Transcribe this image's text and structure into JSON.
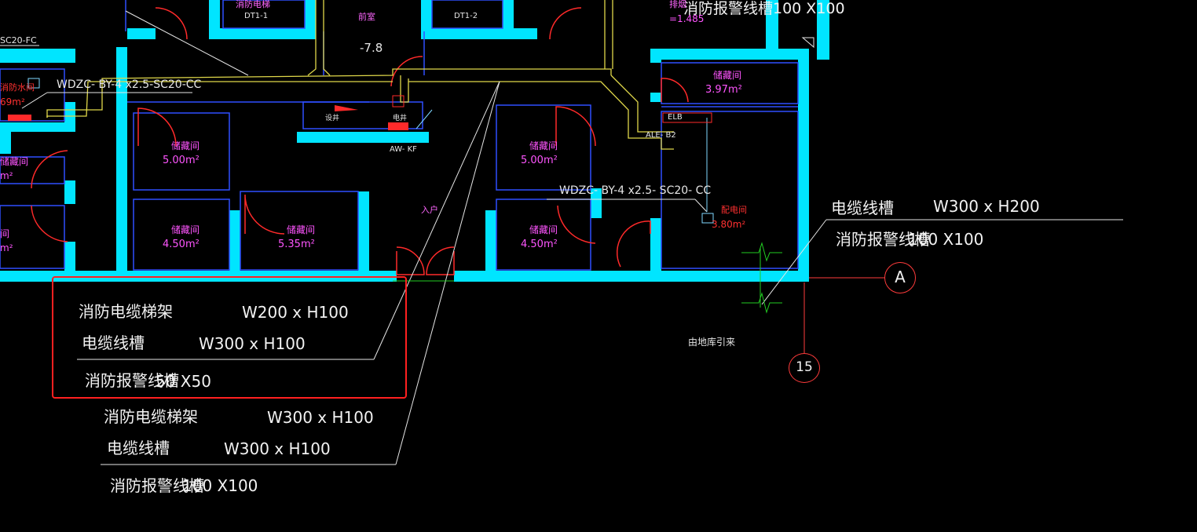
{
  "colors": {
    "background": "#000000",
    "wall": "#00e5ff",
    "room_outline": "#2f4fff",
    "door": "#ff2a2a",
    "duct": "#e0d84a",
    "text_white": "#f2f2f2",
    "room_label": "#ff55ff",
    "highlight": "#ff2020",
    "grid_bubble": "#ff3b3b",
    "green_symbol": "#22cc22"
  },
  "drawing": {
    "tags": {
      "top_right_alarm": "消防报警线槽100 X100",
      "top_right_exhaust": "排烟",
      "top_right_elev": "=1.485",
      "sc20_fc": "SC20-FC",
      "wdzc_left": "WDZC- BY-4 x2.5-SC20-CC",
      "wdzc_right": "WDZC- BY-4 x2.5- SC20- CC",
      "level": "-7.8",
      "dt1": "DT1-1",
      "dt2": "DT1-2",
      "room_center_top": "前室",
      "room_left_top": "消防电梯",
      "ale_b2": "ALE- B2",
      "elb": "ELB",
      "aw_kf": "AW- KF",
      "well_left": "设井",
      "well_right": "电井",
      "entrance": "入户",
      "from_garage": "由地库引来"
    },
    "rooms": [
      {
        "name": "储藏间",
        "area": "5.00m²"
      },
      {
        "name": "储藏间",
        "area": "5.00m²"
      },
      {
        "name": "储藏间",
        "area": "3.97m²"
      },
      {
        "name": "储藏间",
        "area": "4.50m²"
      },
      {
        "name": "储藏间",
        "area": "5.35m²"
      },
      {
        "name": "储藏间",
        "area": "4.50m²"
      },
      {
        "name": "配电间",
        "area": "3.80m²"
      },
      {
        "name": "消防水间",
        "area": "69m²"
      },
      {
        "name": "储藏间",
        "area": "m²"
      },
      {
        "name": "间",
        "area": "m²"
      }
    ],
    "grid_axes": {
      "row": "A",
      "column": "15"
    },
    "annotation_right": [
      {
        "label": "电缆线槽",
        "size": "W300 x H200"
      },
      {
        "label": "消防报警线槽",
        "size": "100 X100"
      }
    ],
    "annotation_highlighted": [
      {
        "label": "消防电缆梯架",
        "size": "W200 x H100"
      },
      {
        "label": "电缆线槽",
        "size": "W300 x H100"
      },
      {
        "label": "消防报警线槽",
        "size": "50 X50"
      }
    ],
    "annotation_bottom": [
      {
        "label": "消防电缆梯架",
        "size": "W300 x H100"
      },
      {
        "label": "电缆线槽",
        "size": "W300 x H100"
      },
      {
        "label": "消防报警线槽",
        "size": "100 X100"
      }
    ]
  }
}
